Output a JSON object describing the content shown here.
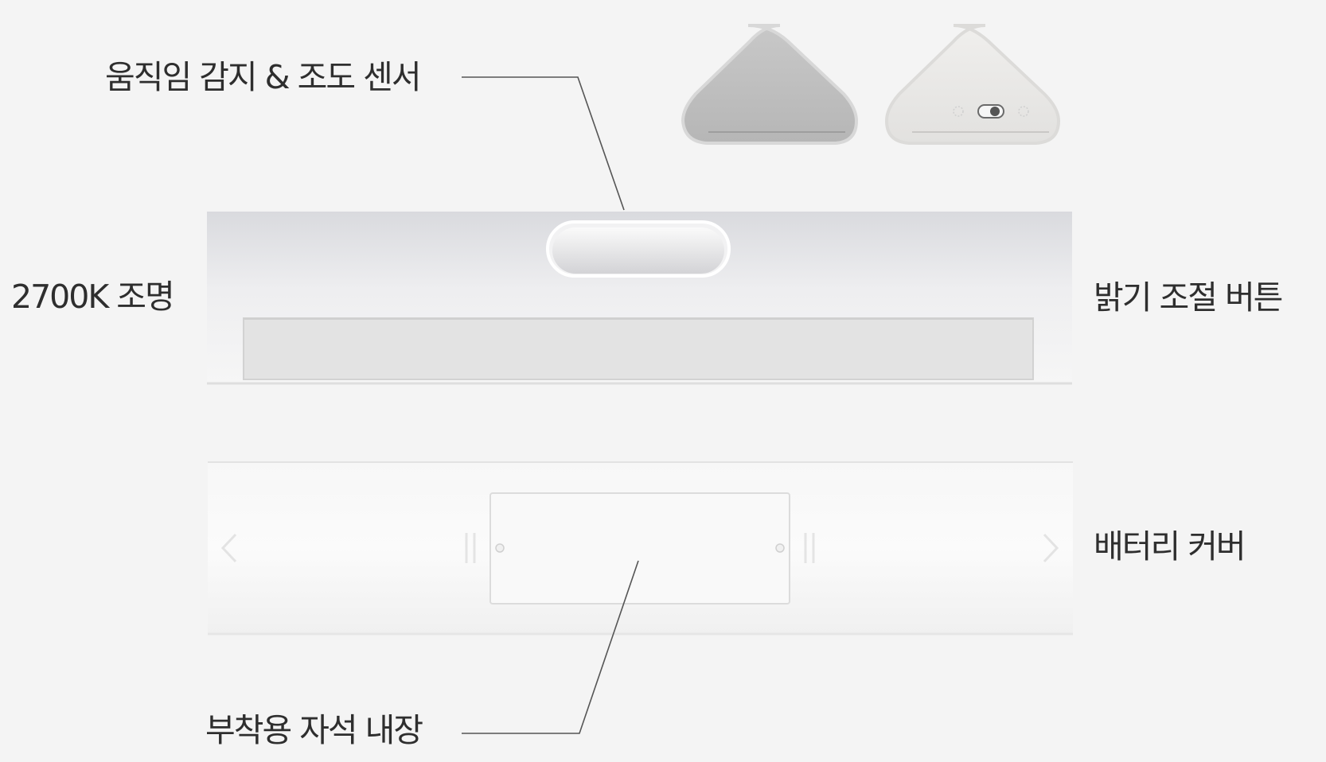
{
  "labels": {
    "sensor": "움직임 감지 & 조도 센서",
    "light": "2700K 조명",
    "brightness": "밝기 조절 버튼",
    "battery_cover": "배터리 커버",
    "magnet": "부착용 자석 내장"
  },
  "colors": {
    "background": "#f4f4f4",
    "text": "#2e2e2e",
    "leader_line": "#555555",
    "bar_body": "#e6e6e8",
    "diffuser": "#e3e3e3",
    "cap_gray": "#bdbdbd",
    "cap_light": "#e9e8e6"
  },
  "icons": [
    "end-cap-gray-icon",
    "end-cap-light-switch-icon"
  ]
}
